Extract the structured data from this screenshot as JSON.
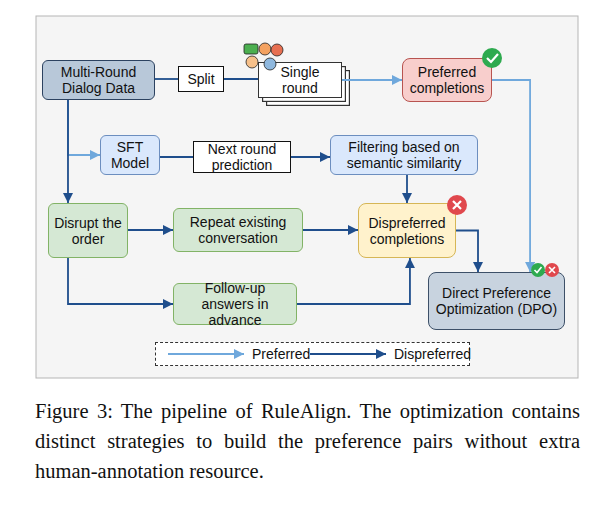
{
  "diagram": {
    "caption": "Figure 3: The pipeline of RuleAlign. The optimization contains distinct strategies to build the preference pairs without extra human-annotation resource.",
    "nodes": [
      {
        "text": [
          "Multi-Round Dialog Data"
        ]
      },
      {
        "text": [
          "Split"
        ]
      },
      {
        "text": [
          "Single round"
        ]
      },
      {
        "text": [
          "Preferred completions"
        ]
      },
      {
        "text": [
          "SFT Model"
        ]
      },
      {
        "text": [
          "Next round prediction"
        ]
      },
      {
        "text": [
          "Filtering based on semantic similarity"
        ]
      },
      {
        "text": [
          "Disrupt the order"
        ]
      },
      {
        "text": [
          "Repeat existing conversation"
        ]
      },
      {
        "text": [
          "Dispreferred completions"
        ]
      },
      {
        "text": [
          "Direct Preference Optimization (DPO)"
        ]
      },
      {
        "text": [
          "Follow-up answers in advance"
        ]
      }
    ],
    "edges": [
      {
        "from": 0,
        "to": 1,
        "arrow": "none"
      },
      {
        "from": 1,
        "to": 2,
        "arrow": "none"
      },
      {
        "from": 2,
        "to": 3,
        "arrow": "to"
      },
      {
        "from": 3,
        "to": 10,
        "arrow": "to"
      },
      {
        "from": 0,
        "to": 4,
        "arrow": "to"
      },
      {
        "from": 4,
        "to": 5,
        "arrow": "none"
      },
      {
        "from": 5,
        "to": 6,
        "arrow": "to"
      },
      {
        "from": 6,
        "to": 9,
        "arrow": "to"
      },
      {
        "from": 0,
        "to": 7,
        "arrow": "to"
      },
      {
        "from": 7,
        "to": 8,
        "arrow": "to"
      },
      {
        "from": 8,
        "to": 9,
        "arrow": "to"
      },
      {
        "from": 7,
        "to": 11,
        "arrow": "to"
      },
      {
        "from": 11,
        "to": 9,
        "arrow": "to"
      },
      {
        "from": 9,
        "to": 10,
        "arrow": "to"
      }
    ],
    "legend": [
      {
        "text": "Preferred"
      },
      {
        "text": "Dispreferred"
      }
    ]
  }
}
